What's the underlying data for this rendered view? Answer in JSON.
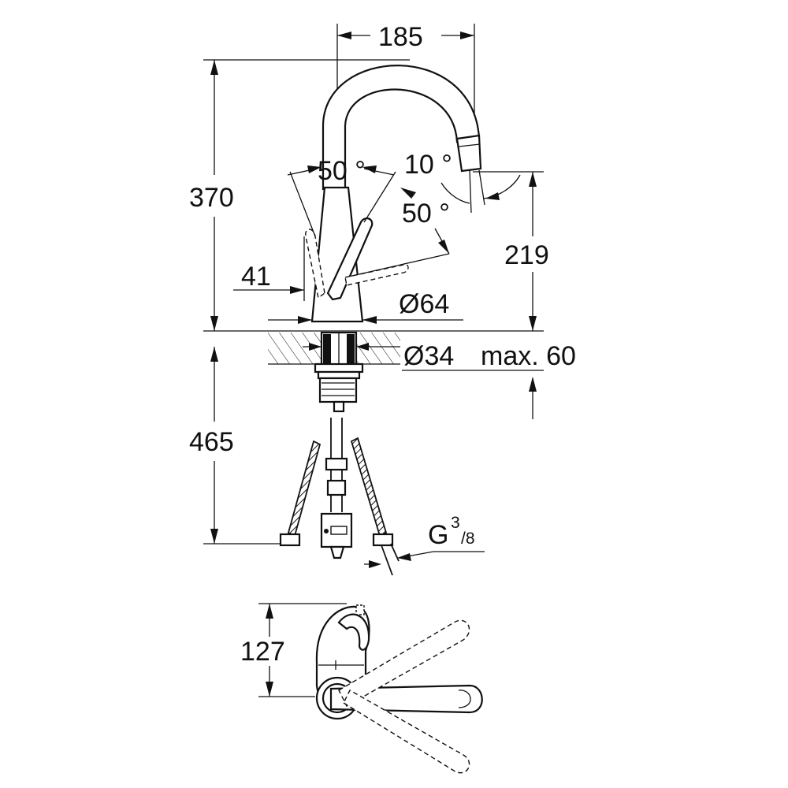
{
  "diagram": {
    "dimensions": {
      "top_width": "185",
      "total_height": "370",
      "spout_height": "219",
      "lever_offset": "41",
      "base_diameter": "Ø64",
      "hole_diameter": "Ø34",
      "max_thickness": "max. 60",
      "below_counter": "465",
      "plan_depth": "127",
      "connection": "G",
      "connection_sup": "3",
      "connection_sub": "/8"
    },
    "angles": {
      "lever_swivel": "50 °",
      "spray_tilt": "10 °",
      "spout_swivel": "50 °"
    }
  }
}
